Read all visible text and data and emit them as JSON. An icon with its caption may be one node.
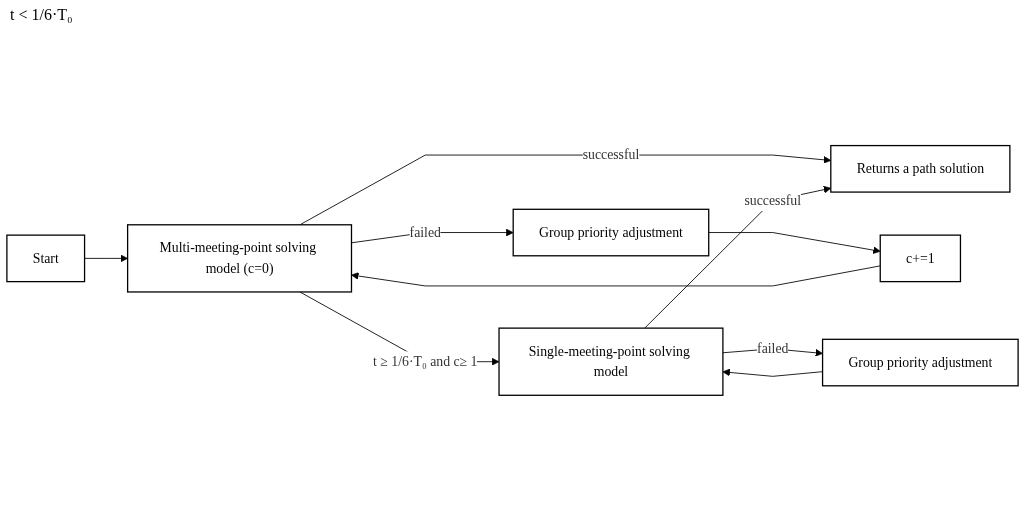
{
  "diagram": {
    "nodes": [
      {
        "text": [
          "Start"
        ]
      },
      {
        "text": [
          "Multi-meeting-point solving model (c=0)"
        ]
      },
      {
        "text": [
          "Group priority adjustment"
        ]
      },
      {
        "text": [
          "c+=1"
        ]
      },
      {
        "text": [
          "Group priority adjustment"
        ]
      },
      {
        "text": [
          "Single-meeting-point solving model"
        ]
      },
      {
        "text": [
          "Returns a path solution"
        ]
      }
    ],
    "edges": [
      {
        "from": 0,
        "to": 1,
        "arrow": "to"
      },
      {
        "from": 1,
        "to": 6,
        "arrow": "to",
        "label": "successful"
      },
      {
        "from": 1,
        "to": 2,
        "arrow": "to",
        "label": "failed"
      },
      {
        "from": 2,
        "to": 3,
        "arrow": "to"
      },
      {
        "from": 3,
        "to": 1,
        "arrow": "to"
      },
      {
        "from": 1,
        "to": 5,
        "arrow": "to",
        "label": "t ≥ 1/6·T₀ and c≥ 1"
      },
      {
        "from": 5,
        "to": 4,
        "arrow": "to",
        "label": "failed"
      },
      {
        "from": 4,
        "to": 5,
        "arrow": "to"
      },
      {
        "from": 5,
        "to": 6,
        "arrow": "to",
        "label": "successful"
      }
    ],
    "labels": [
      "t < 1/6·T₀"
    ]
  }
}
